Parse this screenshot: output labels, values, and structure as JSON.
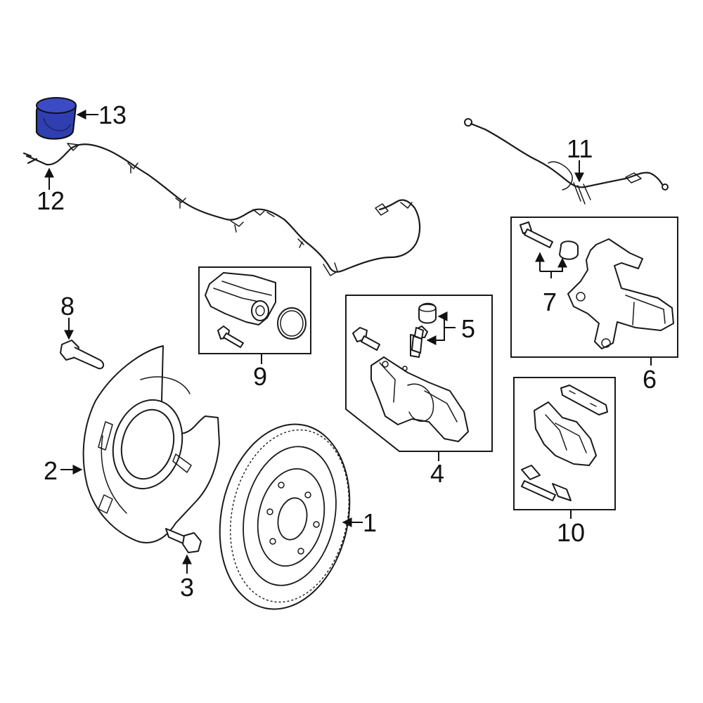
{
  "diagram": {
    "highlight_color": "#2f3fb0",
    "callouts": {
      "c1": "1",
      "c2": "2",
      "c3": "3",
      "c4": "4",
      "c5": "5",
      "c6": "6",
      "c7": "7",
      "c8": "8",
      "c9": "9",
      "c10": "10",
      "c11": "11",
      "c12": "12",
      "c13": "13"
    },
    "highlighted_part": "13"
  }
}
